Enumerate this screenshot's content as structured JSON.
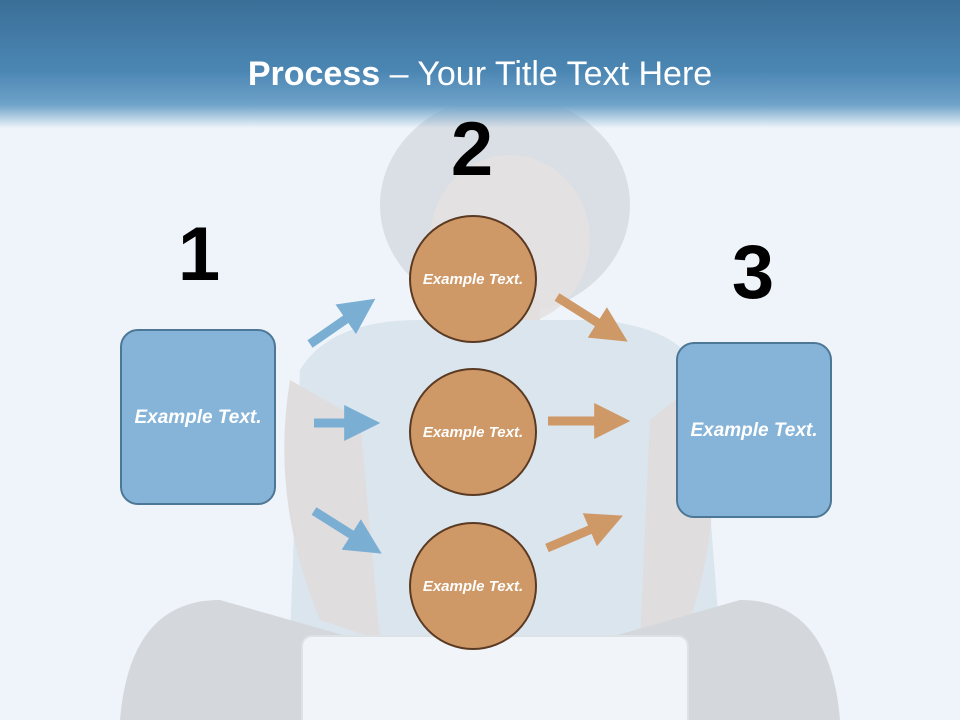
{
  "slide": {
    "title_bold": "Process",
    "title_rest": " – Your Title Text Here"
  },
  "steps": [
    {
      "number": "1",
      "box_text": "Example Text."
    },
    {
      "number": "2",
      "circles": [
        "Example Text.",
        "Example Text.",
        "Example Text."
      ]
    },
    {
      "number": "3",
      "box_text": "Example Text."
    }
  ],
  "colors": {
    "header": "#4b86b3",
    "box_fill": "#86b4d8",
    "box_border": "#4d7796",
    "circle_fill": "#cf9867",
    "circle_border": "#5a3a22",
    "blue_arrow": "#7aaed3",
    "orange_arrow": "#cf9867"
  }
}
